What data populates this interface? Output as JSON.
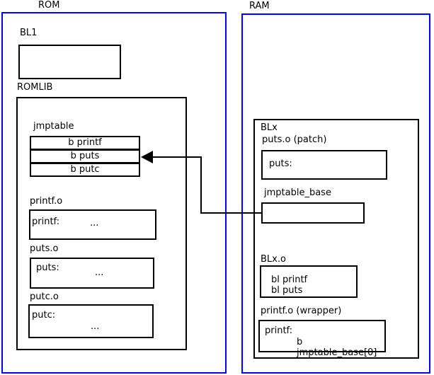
{
  "rom": {
    "label": "ROM",
    "bl1_label": "BL1",
    "romlib_label": "ROMLIB",
    "jmptable": {
      "label": "jmptable",
      "rows": [
        "b printf",
        "b puts",
        "b putc"
      ]
    },
    "modules": [
      {
        "label": "printf.o",
        "symbol": "printf:",
        "body": "..."
      },
      {
        "label": "puts.o",
        "symbol": "puts:",
        "body": "..."
      },
      {
        "label": "putc.o",
        "symbol": "putc:",
        "body": "..."
      }
    ]
  },
  "ram": {
    "label": "RAM",
    "blx_label": "BLx",
    "puts_patch": {
      "label": "puts.o (patch)",
      "symbol": "puts:"
    },
    "jmptable_base_label": "jmptable_base",
    "blx_o": {
      "label": "BLx.o",
      "lines": [
        "bl printf",
        "bl puts"
      ]
    },
    "printf_wrapper": {
      "label": "printf.o (wrapper)",
      "symbol": "printf:",
      "instruction": "b jmptable_base[0]"
    }
  },
  "colors": {
    "region_border": "#0000ff",
    "box_border": "#000000"
  }
}
